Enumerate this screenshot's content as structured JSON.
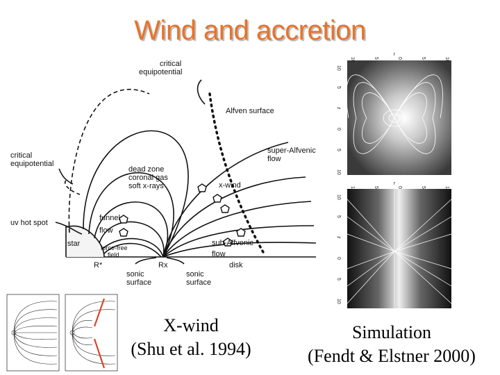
{
  "title": "Wind and accretion",
  "xwind_diagram": {
    "labels": {
      "critical_top": "critical",
      "equipotential_top": "equipotential",
      "alfven_surface": "Alfven surface",
      "super_alfvenic": "super-Alfvenic",
      "flow_super": "flow",
      "critical_left": "critical",
      "equipotential_left": "equipotential",
      "dead_zone": "dead zone",
      "coronal_gas": "coronal gas",
      "soft_xrays": "soft x-rays",
      "x_wind": "x-wind",
      "uv_hot_spot": "uv hot spot",
      "funnel": "funnel",
      "flow_funnel": "flow",
      "star": "star",
      "force_free": "force-free",
      "field": "field",
      "sub_alfvenic": "sub-Alfvenic",
      "flow_sub": "flow",
      "disk": "disk",
      "r_star": "R*",
      "r_x": "Rx",
      "sonic_left": "sonic",
      "surface_left": "surface",
      "sonic_right": "sonic",
      "surface_right": "surface"
    }
  },
  "simulation_panels": {
    "top_axis_ticks": [
      "10",
      "5",
      "0",
      "5",
      "10"
    ],
    "side_axis_ticks": [
      "10",
      "5",
      "z",
      "0",
      "5",
      "10"
    ],
    "axis_letter": "r"
  },
  "captions": {
    "left_line1": "X-wind",
    "left_line2": "(Shu et al. 1994)",
    "right_line1": "Simulation",
    "right_line2": "(Fendt & Elstner 2000)"
  },
  "colors": {
    "title": "#e8732a",
    "bg": "#ffffff",
    "accent_red": "#d8452a"
  }
}
